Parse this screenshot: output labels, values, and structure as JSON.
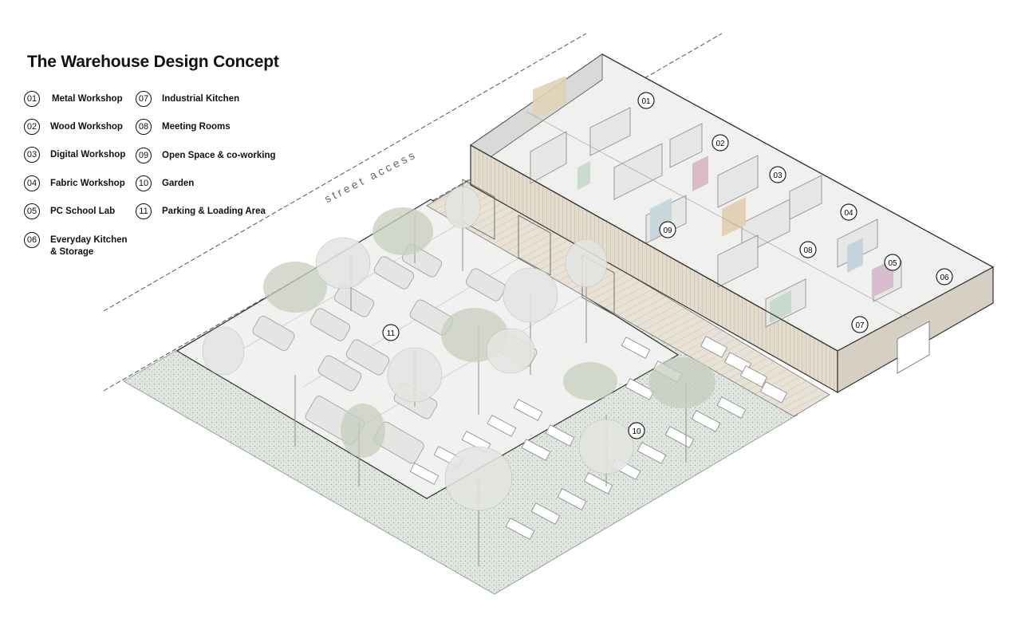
{
  "title": "The Warehouse Design Concept",
  "street_label": "street access",
  "legend": [
    {
      "num": "01",
      "label": "Metal Workshop"
    },
    {
      "num": "02",
      "label": "Wood Workshop"
    },
    {
      "num": "03",
      "label": "Digital Workshop"
    },
    {
      "num": "04",
      "label": "Fabric Workshop"
    },
    {
      "num": "05",
      "label": "PC School Lab"
    },
    {
      "num": "06",
      "label": "Everyday Kitchen & Storage"
    },
    {
      "num": "07",
      "label": "Industrial Kitchen"
    },
    {
      "num": "08",
      "label": "Meeting Rooms"
    },
    {
      "num": "09",
      "label": "Open Space & co-working"
    },
    {
      "num": "10",
      "label": "Garden"
    },
    {
      "num": "11",
      "label": "Parking & Loading Area"
    }
  ],
  "map_markers": [
    "01",
    "02",
    "03",
    "04",
    "05",
    "06",
    "07",
    "08",
    "09",
    "10",
    "11"
  ]
}
